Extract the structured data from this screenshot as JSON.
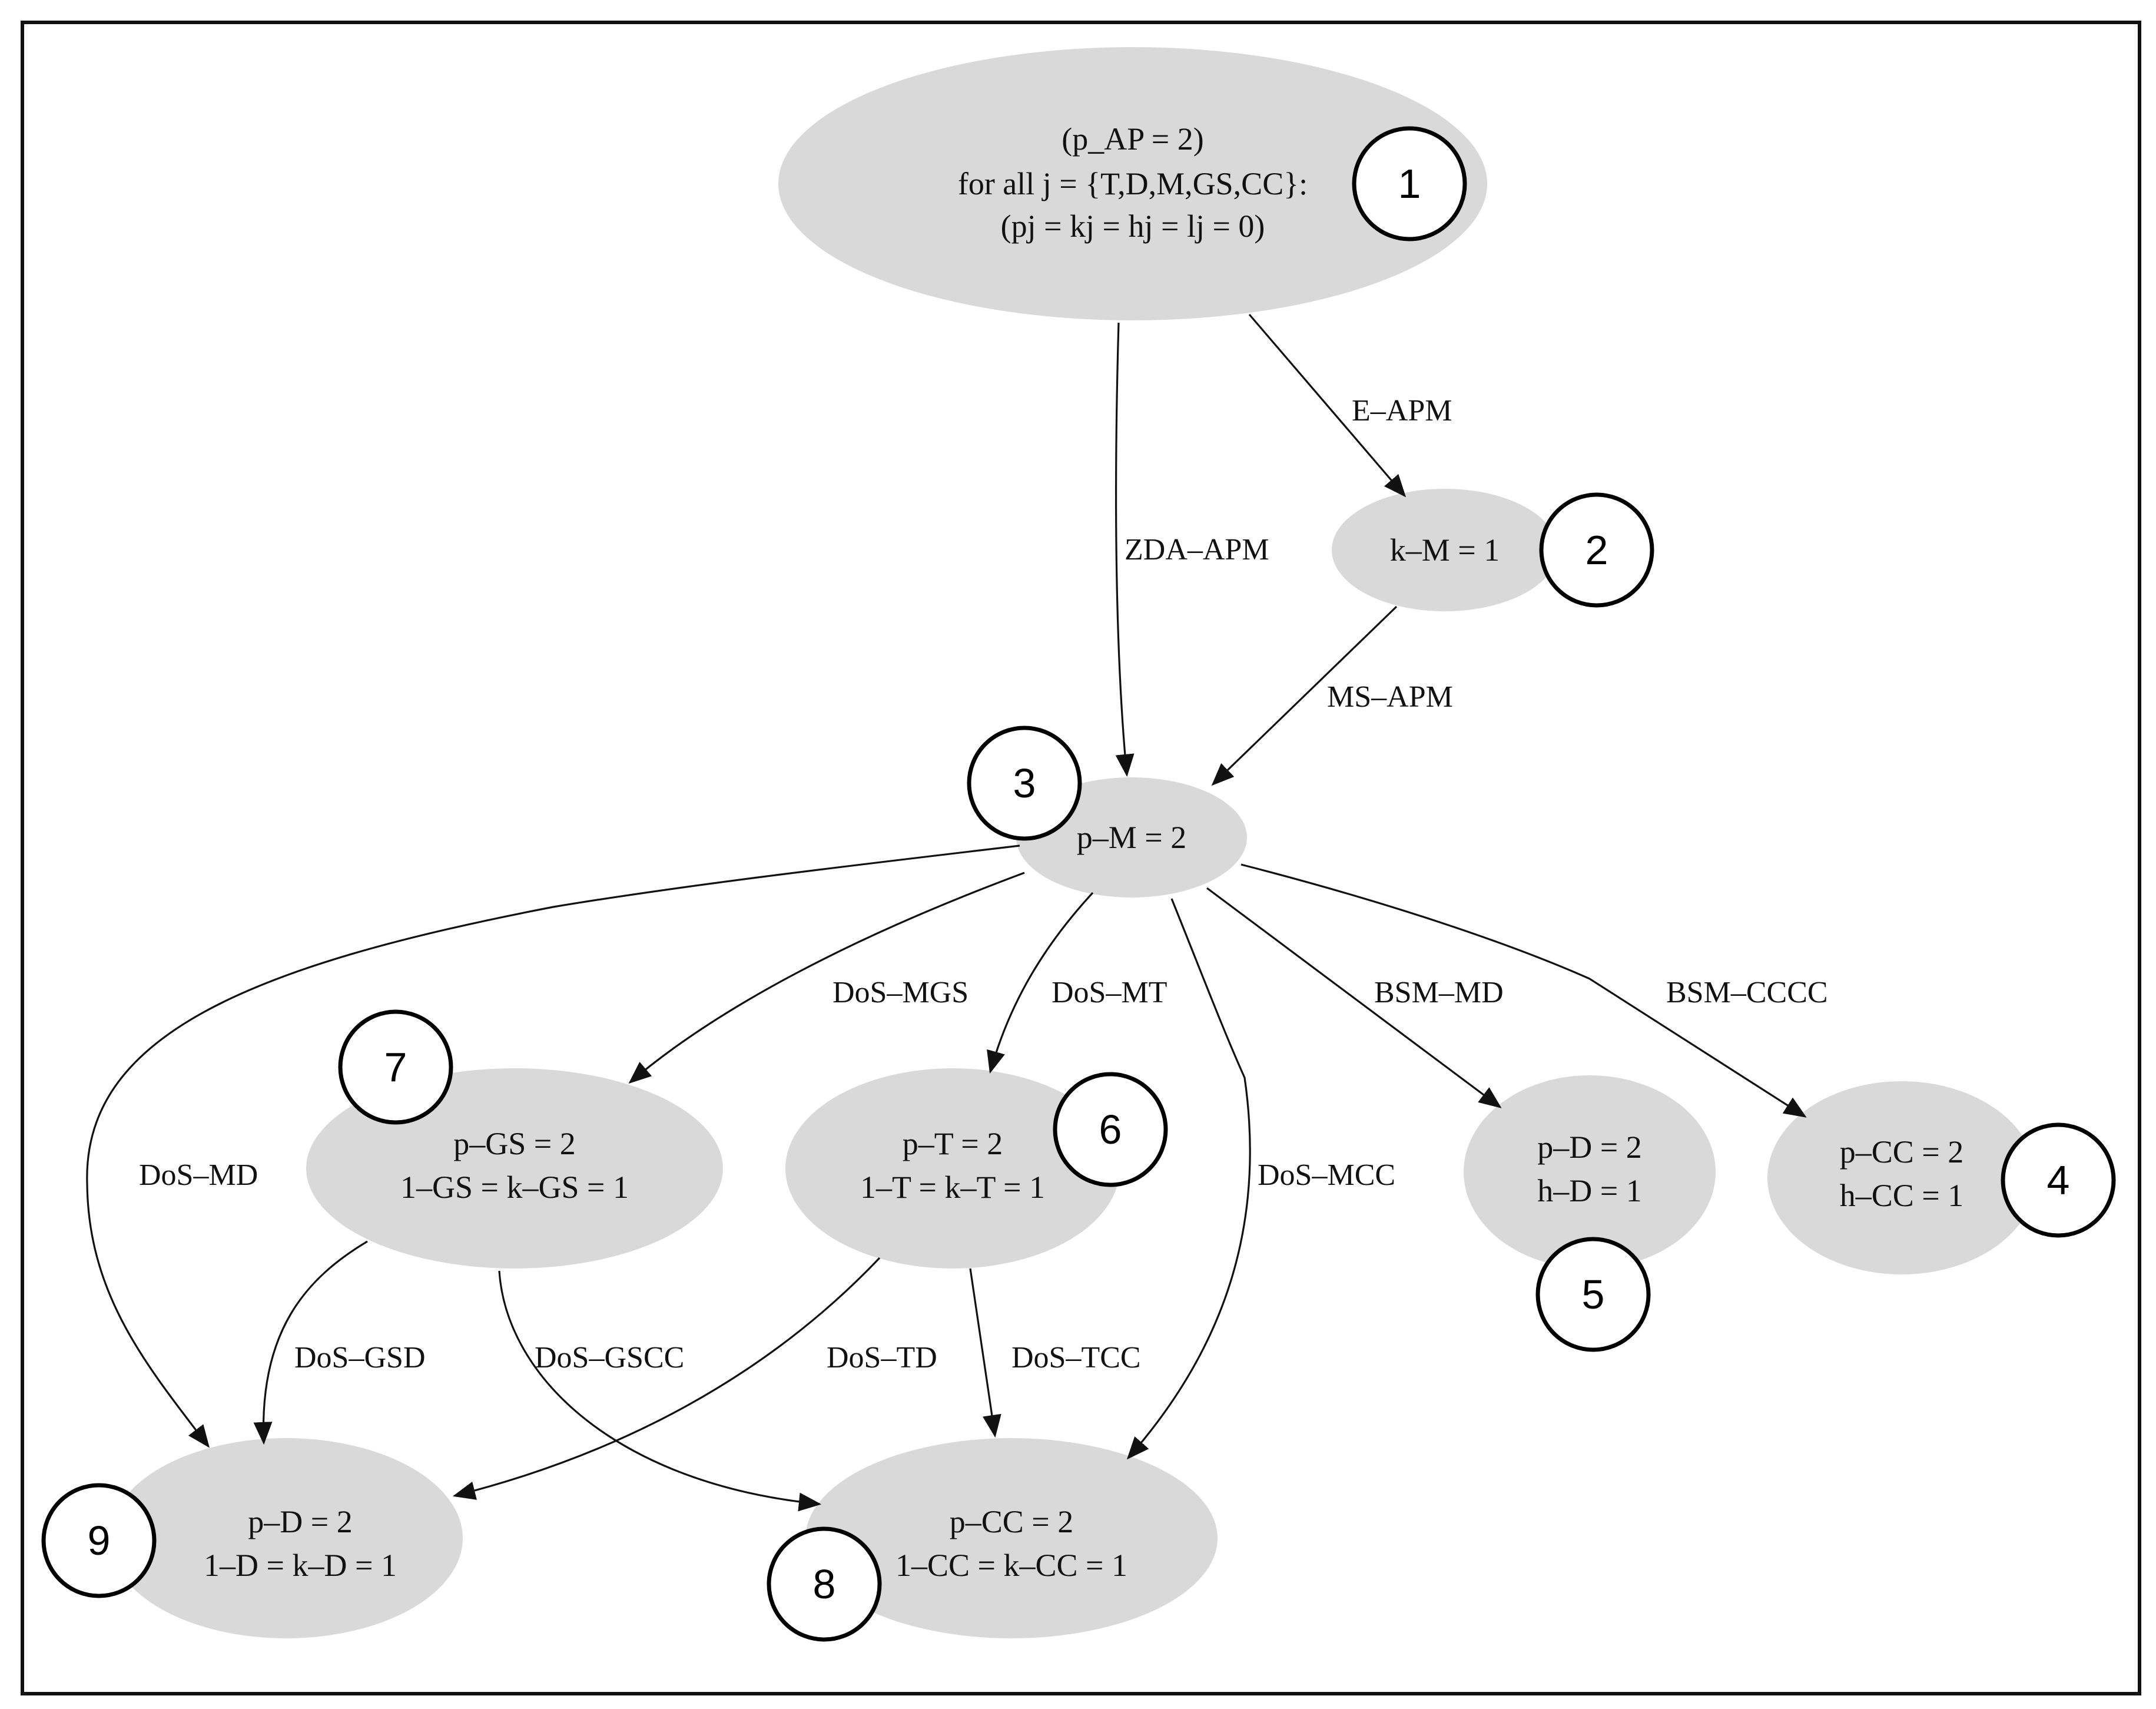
{
  "states": [
    {
      "id": "s1",
      "badge": "1",
      "lines": [
        "(p_AP = 2)",
        "for all j = {T,D,M,GS,CC}:",
        "(pj = kj = hj = lj = 0)"
      ]
    },
    {
      "id": "s2",
      "badge": "2",
      "lines": [
        "k–M = 1"
      ]
    },
    {
      "id": "s3",
      "badge": "3",
      "lines": [
        "p–M = 2"
      ]
    },
    {
      "id": "s4",
      "badge": "4",
      "lines": [
        "p–CC = 2",
        "h–CC = 1"
      ]
    },
    {
      "id": "s5",
      "badge": "5",
      "lines": [
        "p–D = 2",
        "h–D = 1"
      ]
    },
    {
      "id": "s6",
      "badge": "6",
      "lines": [
        "p–T = 2",
        "1–T = k–T = 1"
      ]
    },
    {
      "id": "s7",
      "badge": "7",
      "lines": [
        "p–GS = 2",
        "1–GS = k–GS = 1"
      ]
    },
    {
      "id": "s8",
      "badge": "8",
      "lines": [
        "p–CC = 2",
        "1–CC = k–CC = 1"
      ]
    },
    {
      "id": "s9",
      "badge": "9",
      "lines": [
        "p–D = 2",
        "1–D = k–D = 1"
      ]
    }
  ],
  "transitions": [
    {
      "id": "e-apm",
      "from": "s1",
      "to": "s2",
      "label": "E–APM"
    },
    {
      "id": "zda-apm",
      "from": "s1",
      "to": "s3",
      "label": "ZDA–APM"
    },
    {
      "id": "ms-apm",
      "from": "s2",
      "to": "s3",
      "label": "MS–APM"
    },
    {
      "id": "dos-md",
      "from": "s3",
      "to": "s9",
      "label": "DoS–MD"
    },
    {
      "id": "dos-mgs",
      "from": "s3",
      "to": "s7",
      "label": "DoS–MGS"
    },
    {
      "id": "dos-mt",
      "from": "s3",
      "to": "s6",
      "label": "DoS–MT"
    },
    {
      "id": "dos-mcc",
      "from": "s3",
      "to": "s8",
      "label": "DoS–MCC"
    },
    {
      "id": "bsm-md",
      "from": "s3",
      "to": "s5",
      "label": "BSM–MD"
    },
    {
      "id": "bsm-cccc",
      "from": "s3",
      "to": "s4",
      "label": "BSM–CCCC"
    },
    {
      "id": "dos-gsd",
      "from": "s7",
      "to": "s9",
      "label": "DoS–GSD"
    },
    {
      "id": "dos-gscc",
      "from": "s7",
      "to": "s8",
      "label": "DoS–GSCC"
    },
    {
      "id": "dos-td",
      "from": "s6",
      "to": "s9",
      "label": "DoS–TD"
    },
    {
      "id": "dos-tcc",
      "from": "s6",
      "to": "s8",
      "label": "DoS–TCC"
    }
  ]
}
